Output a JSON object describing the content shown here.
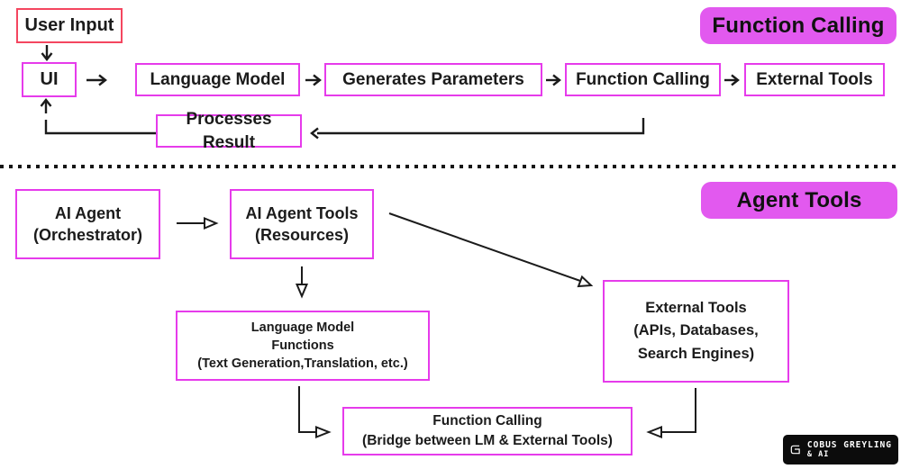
{
  "colors": {
    "magenta_box_border": "#E63BEB",
    "user_input_border": "#F4465F",
    "badge_fill": "#E259EF",
    "connector": "#1b1b1b",
    "logo_bg": "#0c0c0c",
    "logo_text": "#ffffff"
  },
  "top": {
    "badge_label": "Function Calling",
    "nodes": {
      "user_input": "User Input",
      "ui": "UI",
      "language_model": "Language Model",
      "generates_parameters": "Generates Parameters",
      "function_calling": "Function Calling",
      "external_tools": "External Tools",
      "processes_result": "Processes Result"
    }
  },
  "bottom": {
    "badge_label": "Agent Tools",
    "nodes": {
      "ai_agent": [
        "AI Agent",
        "(Orchestrator)"
      ],
      "ai_agent_tools": [
        "AI Agent Tools",
        "(Resources)"
      ],
      "lm_functions": [
        "Language Model",
        "Functions",
        "(Text Generation,Translation, etc.)"
      ],
      "external_tools": [
        "External Tools",
        "(APIs, Databases,",
        "Search Engines)"
      ],
      "function_calling_bridge": [
        "Function Calling",
        "(Bridge between LM & External Tools)"
      ]
    }
  },
  "logo": {
    "line1": "COBUS GREYLING",
    "line2": "& AI"
  }
}
